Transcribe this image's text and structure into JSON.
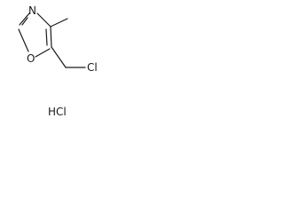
{
  "molecule": {
    "atoms": {
      "nitrogen": "N",
      "oxygen": "O",
      "chlorine": "Cl"
    },
    "salt": "HCl"
  }
}
